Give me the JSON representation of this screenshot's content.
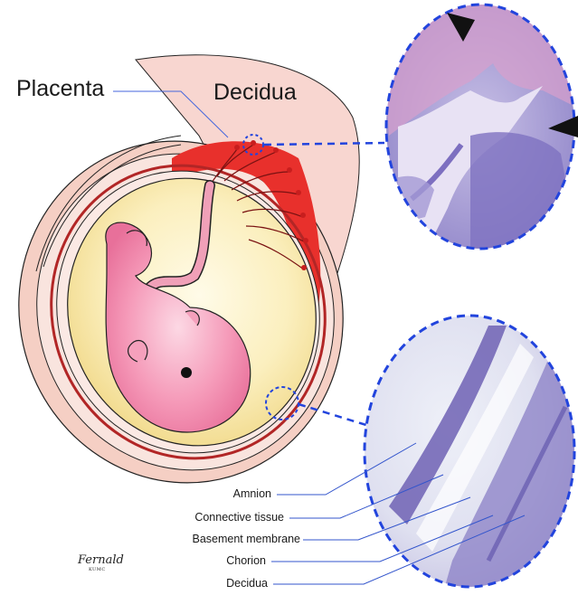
{
  "labels": {
    "placenta": "Placenta",
    "decidua_top": "Decidua",
    "amnion": "Amnion",
    "connective_tissue": "Connective tissue",
    "basement_membrane": "Basement membrane",
    "chorion": "Chorion",
    "decidua_bottom": "Decidua"
  },
  "signature": {
    "name": "Fernald",
    "sub": "KUMC"
  },
  "colors": {
    "callout_blue": "#2244dd",
    "placenta_red": "#e8302c",
    "decidua_pink": "#f8d6d0",
    "uterine_wall": "#f5cfc4",
    "amniotic_yellow": "#f7e9a6",
    "fetus_pink": "#f07fa6",
    "histology_purple": "#5a4fa8"
  }
}
